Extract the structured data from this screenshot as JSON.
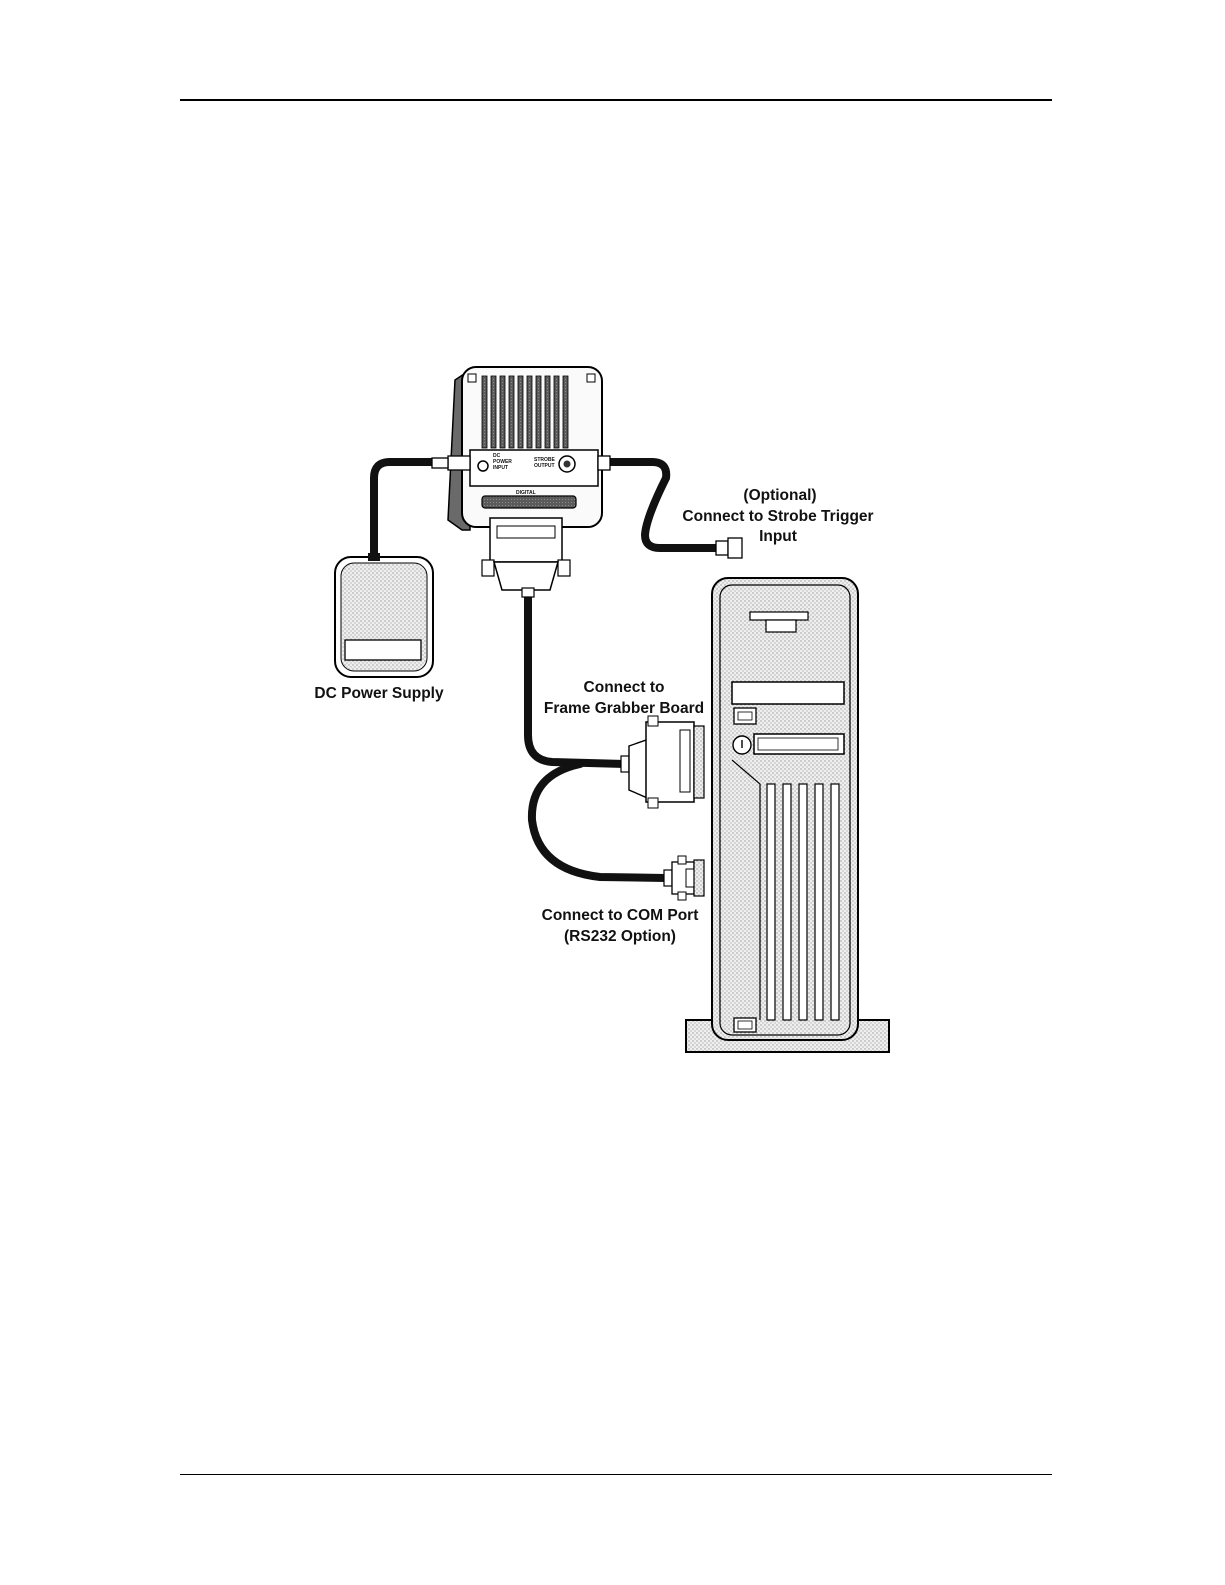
{
  "diagram": {
    "camera": {
      "dc_power_label": [
        "DC",
        "POWER",
        "INPUT"
      ],
      "strobe_label": [
        "STROBE",
        "OUTPUT"
      ],
      "digital_label": "DIGITAL"
    },
    "labels": {
      "strobe": [
        "(Optional)",
        "Connect to Strobe Trigger",
        "Input"
      ],
      "power_supply": "DC Power Supply",
      "frame_grabber": [
        "Connect to",
        "Frame Grabber Board"
      ],
      "com_port": [
        "Connect to COM Port",
        "(RS232 Option)"
      ]
    }
  }
}
